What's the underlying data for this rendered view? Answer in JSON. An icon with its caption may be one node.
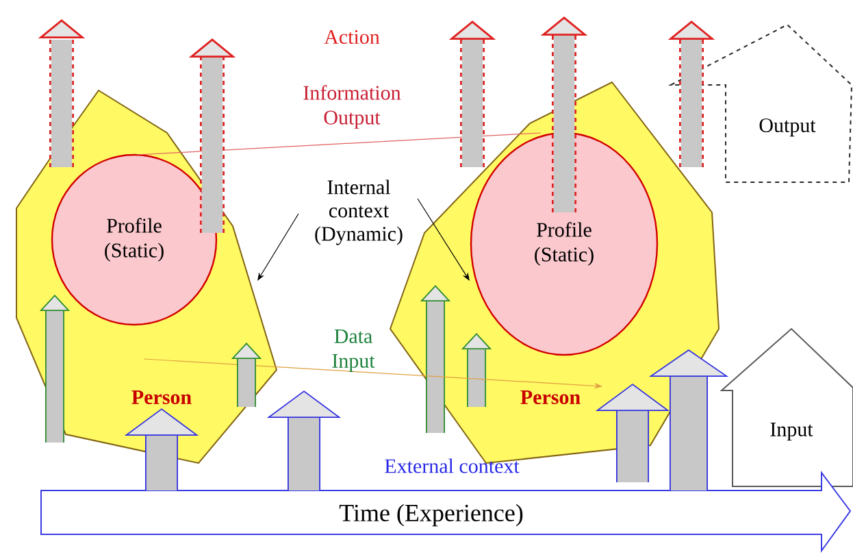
{
  "diagram": {
    "nodes": [
      {
        "text": [
          "Person"
        ]
      },
      {
        "text": [
          "Profile (Static)"
        ],
        "in": 0
      },
      {
        "text": [
          "Person"
        ]
      },
      {
        "text": [
          "Profile (Static)"
        ],
        "in": 2
      },
      {
        "text": [
          "Internal context (Dynamic)"
        ]
      },
      {
        "text": [
          "Output"
        ]
      },
      {
        "text": [
          "Input"
        ]
      },
      {
        "text": [
          "Time (Experience)"
        ]
      }
    ],
    "edges": [
      {
        "from": 4,
        "to": 0,
        "arrow": "to",
        "color": "#000000"
      },
      {
        "from": 4,
        "to": 3,
        "arrow": "to",
        "color": "#000000"
      },
      {
        "from": 1,
        "to": 3,
        "arrow": "none",
        "color": "#e06060"
      },
      {
        "from": 1,
        "to": 3,
        "arrow": "to",
        "color": "#e0a040"
      },
      {
        "from": 1,
        "to": null,
        "arrow": "to",
        "style": "dashed",
        "color": "#e02020"
      },
      {
        "from": 0,
        "to": null,
        "arrow": "to",
        "style": "dashed",
        "color": "#e02020"
      },
      {
        "from": 2,
        "to": null,
        "arrow": "to",
        "style": "dashed",
        "color": "#e02020"
      },
      {
        "from": 3,
        "to": null,
        "arrow": "to",
        "style": "dashed",
        "color": "#e02020"
      },
      {
        "from": 2,
        "to": null,
        "arrow": "to",
        "style": "dashed",
        "color": "#e02020"
      },
      {
        "from": 7,
        "to": 0,
        "arrow": "to",
        "color": "#3030e0"
      },
      {
        "from": 7,
        "to": 0,
        "arrow": "to",
        "color": "#3030e0"
      },
      {
        "from": 7,
        "to": 2,
        "arrow": "to",
        "color": "#3030e0"
      },
      {
        "from": 7,
        "to": 2,
        "arrow": "to",
        "color": "#3030e0"
      },
      {
        "from": 0,
        "to": 1,
        "arrow": "to",
        "color": "#2e8b2e"
      },
      {
        "from": 0,
        "to": null,
        "arrow": "to",
        "color": "#2e8b2e"
      }
    ],
    "labels": [
      "Action",
      "Information Output",
      "Data Input",
      "External context"
    ]
  }
}
